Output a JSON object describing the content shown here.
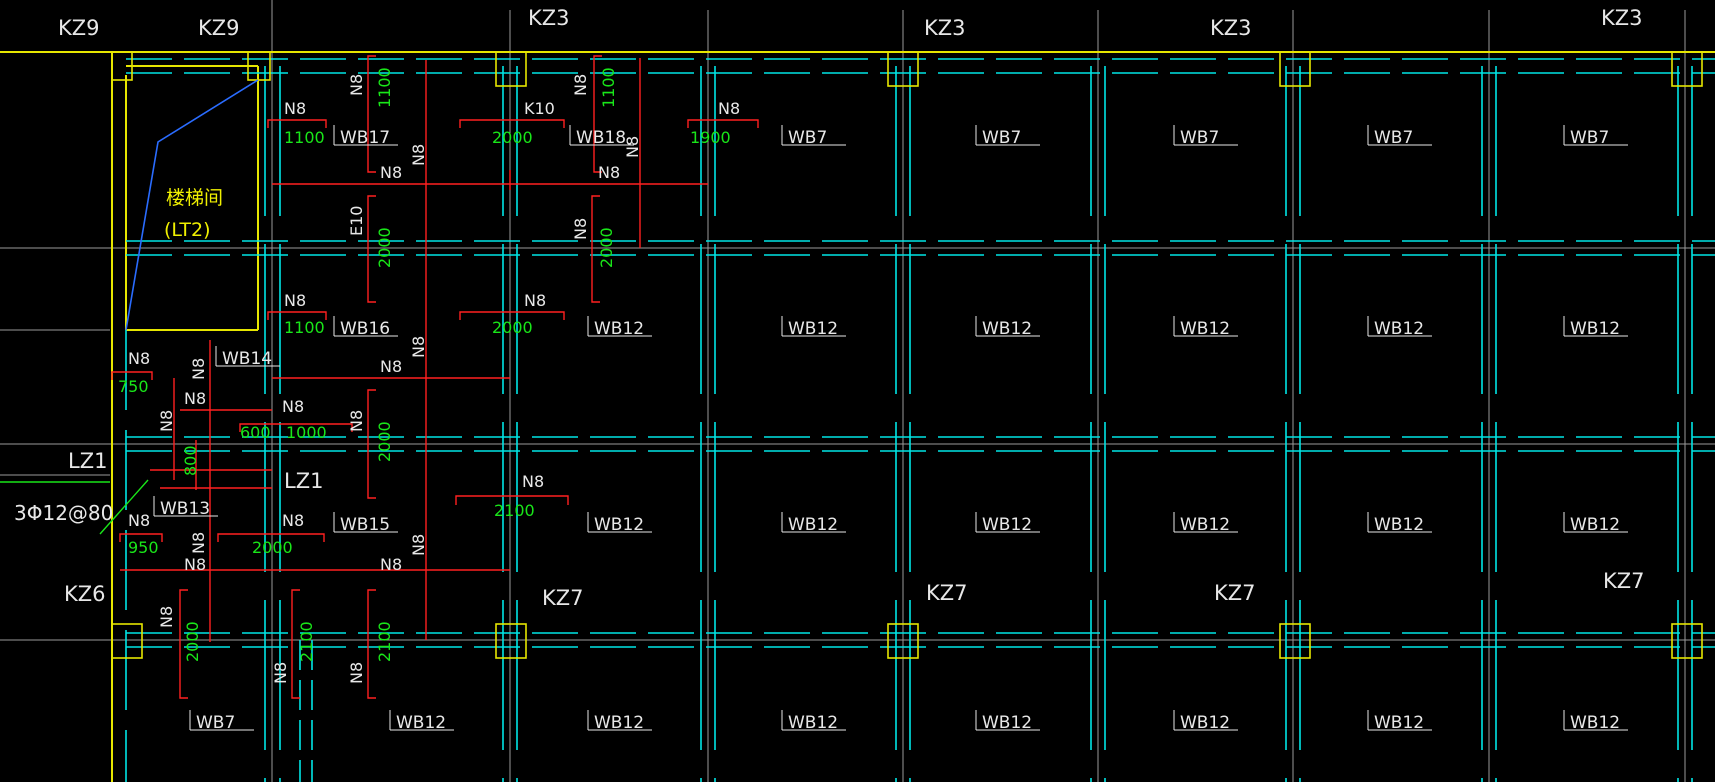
{
  "colors": {
    "background": "#000000",
    "grid": "#9a9a9a",
    "beam": "#00e5e5",
    "frame": "#e6e600",
    "rebar": "#ff2020",
    "length_text": "#19e619",
    "label_text": "#e8e8e8",
    "stair_line": "#2a6cff"
  },
  "columns": {
    "top": [
      "KZ9",
      "KZ9",
      "KZ3",
      "KZ3",
      "KZ3",
      "KZ3"
    ],
    "bottom": [
      "KZ6",
      "KZ7",
      "KZ7",
      "KZ7",
      "KZ7"
    ]
  },
  "stair": {
    "name": "楼梯间",
    "code": "(LT2)"
  },
  "beams": {
    "lz_left": "LZ1",
    "lz_right": "LZ1",
    "rebar_note": "3Φ12@80"
  },
  "slabs": {
    "row1": [
      "WB17",
      "WB18",
      "WB7",
      "WB7",
      "WB7",
      "WB7",
      "WB7"
    ],
    "row2": [
      "WB16",
      "WB12",
      "WB12",
      "WB12",
      "WB12",
      "WB12",
      "WB12"
    ],
    "row2_small": "WB14",
    "row3": [
      "WB15",
      "WB12",
      "WB12",
      "WB12",
      "WB12",
      "WB12",
      "WB12"
    ],
    "row3_small": "WB13",
    "row4": [
      "WB7",
      "WB12",
      "WB12",
      "WB12",
      "WB12",
      "WB12",
      "WB12",
      "WB12"
    ]
  },
  "rebar_labels": {
    "n8": "N8",
    "k10": "K10",
    "e10": "E10"
  },
  "rebar_lengths": {
    "l1100": "1100",
    "l2000": "2000",
    "l1900": "1900",
    "l750": "750",
    "l600": "600",
    "l1000": "1000",
    "l800": "800",
    "l950": "950",
    "l2100": "2100"
  }
}
